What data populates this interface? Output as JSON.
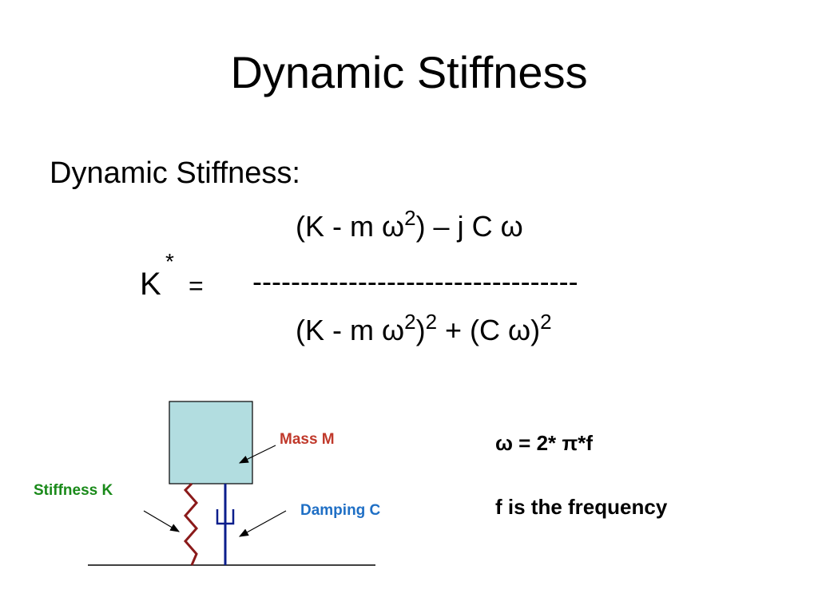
{
  "title": "Dynamic Stiffness",
  "subtitle": "Dynamic Stiffness:",
  "formula": {
    "lhs": "K",
    "lhs_sup": "*",
    "equals": "=",
    "num_a": "(K - m ω",
    "num_sup": "2",
    "num_b": ") – j C ω",
    "dashes": "----------------------------------",
    "den_a": "(K - m ω",
    "den_sup1": "2",
    "den_b": ")",
    "den_sup2": "2",
    "den_c": " + (C ω)",
    "den_sup3": "2"
  },
  "notes": {
    "omega": "ω = 2* π*f",
    "frequency": "f is the frequency"
  },
  "diagram": {
    "mass_label": "Mass M",
    "stiffness_label": "Stiffness K",
    "damping_label": "Damping C",
    "colors": {
      "mass_fill": "#b2dde0",
      "mass_label": "#c0392b",
      "stiffness_label": "#1a8a1a",
      "damping_label": "#1f6fc5",
      "spring": "#8b1a1a",
      "damper": "#0b1e8c"
    }
  }
}
